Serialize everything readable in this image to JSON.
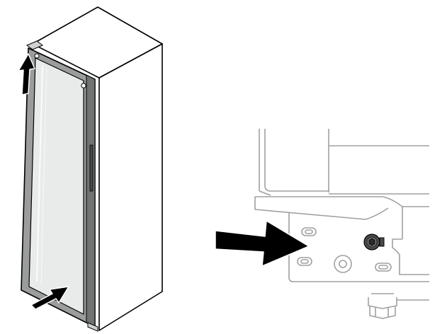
{
  "figure": {
    "background": "#ffffff",
    "colors": {
      "outline": "#000000",
      "glass_fill": "#e8ebea",
      "frame_fill": "#9a9d9c",
      "frame_dark": "#6f7372",
      "detail_line": "#a0a0a0",
      "arrow_fill": "#000000",
      "screw_fill": "#4a4a4a"
    },
    "panels": [
      {
        "name": "fridge-overview",
        "arrows": [
          "arrow-up-top-hinge",
          "arrow-toward-bottom-hinge"
        ]
      },
      {
        "name": "bottom-hinge-detail",
        "arrows": [
          "arrow-right-to-hinge"
        ]
      }
    ]
  }
}
